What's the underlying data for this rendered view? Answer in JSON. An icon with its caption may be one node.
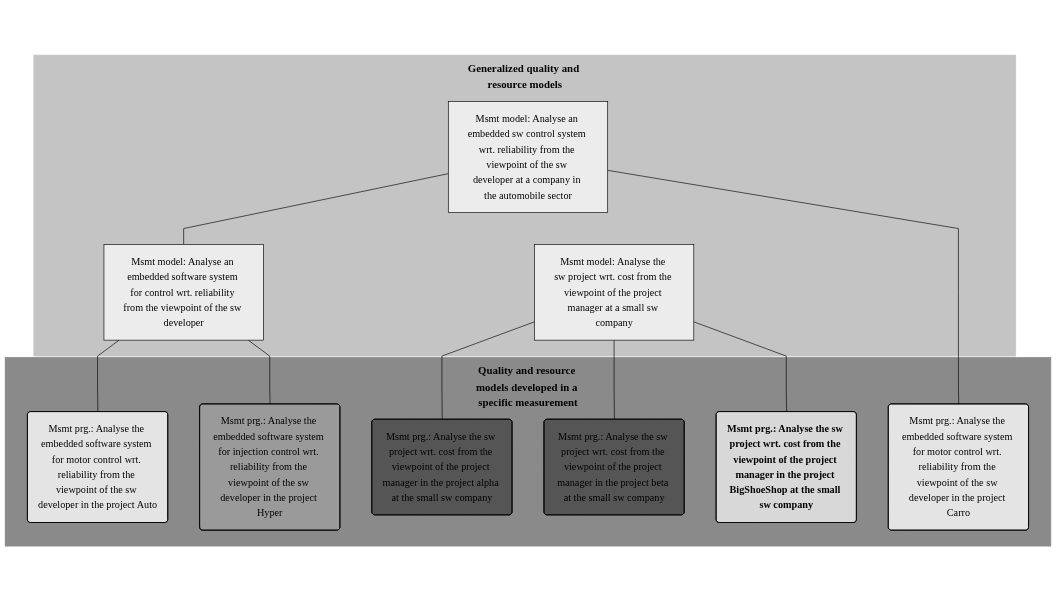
{
  "diagram": {
    "nodes": [
      {
        "text": [
          "Generalized quality and resource models"
        ]
      },
      {
        "text": [
          "Msmt model: Analyse an embedded sw control system wrt. reliability from the viewpoint of the sw developer at a company in the automobile sector"
        ],
        "in": 0
      },
      {
        "text": [
          "Msmt model: Analyse an embedded software system for control wrt. reliability from the viewpoint of the sw developer"
        ],
        "in": 0
      },
      {
        "text": [
          "Msmt model: Analyse the sw project wrt. cost from the viewpoint of the project manager at a small sw company"
        ],
        "in": 0
      },
      {
        "text": [
          "Quality and resource models developed in a specific measurement"
        ]
      },
      {
        "text": [
          "Msmt prg.: Analyse the embedded software system for motor control wrt. reliability from the viewpoint of the sw developer in the project Auto"
        ],
        "in": 4
      },
      {
        "text": [
          "Msmt prg.: Analyse the embedded software system for motor control wrt. reliability from the viewpoint of the sw developer in the project Carro"
        ],
        "in": 4
      },
      {
        "text": [
          "Msmt prg.: Analyse the embedded software system for injection control wrt. reliability from the viewpoint of the sw developer in the project Hyper"
        ],
        "in": 4
      },
      {
        "text": [
          "Msmt prg.: Analyse the sw project wrt. cost from the viewpoint of the project manager in the project alpha at the small sw company"
        ],
        "in": 4
      },
      {
        "text": [
          "Msmt prg.: Analyse the sw project wrt. cost from the viewpoint of the project manager in the project beta at the small sw company"
        ],
        "in": 4
      },
      {
        "text": [
          "Msmt prg.: Analyse the sw project wrt. cost from the viewpoint of the project manager in the project BigShoeShop at the small sw company"
        ],
        "in": 4
      }
    ],
    "edges": [
      {
        "from": 1,
        "to": 2,
        "arrow": "none"
      },
      {
        "from": 1,
        "to": 6,
        "arrow": "none"
      },
      {
        "from": 2,
        "to": 5,
        "arrow": "none"
      },
      {
        "from": 2,
        "to": 7,
        "arrow": "none"
      },
      {
        "from": 3,
        "to": 8,
        "arrow": "none"
      },
      {
        "from": 3,
        "to": 9,
        "arrow": "none"
      },
      {
        "from": 3,
        "to": 10,
        "arrow": "none"
      }
    ]
  }
}
